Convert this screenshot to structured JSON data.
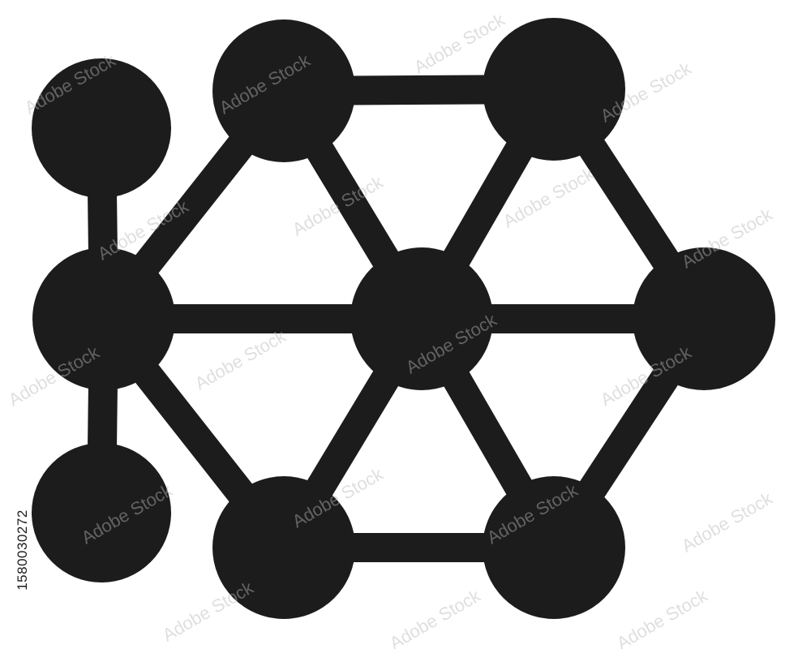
{
  "colors": {
    "background": "#ffffff",
    "ink": "#1c1c1c",
    "watermark": "#b8b8b8"
  },
  "network": {
    "icon_name": "molecule-network-icon",
    "nodes": [
      {
        "id": "n-top-left-branch"
      },
      {
        "id": "n-left-hub"
      },
      {
        "id": "n-bottom-left-branch"
      },
      {
        "id": "n-top-inner-left"
      },
      {
        "id": "n-top-inner-right"
      },
      {
        "id": "n-center"
      },
      {
        "id": "n-right"
      },
      {
        "id": "n-bottom-inner-left"
      },
      {
        "id": "n-bottom-inner-right"
      }
    ],
    "edges": [
      [
        "n-top-left-branch",
        "n-left-hub"
      ],
      [
        "n-left-hub",
        "n-bottom-left-branch"
      ],
      [
        "n-left-hub",
        "n-top-inner-left"
      ],
      [
        "n-left-hub",
        "n-center"
      ],
      [
        "n-left-hub",
        "n-bottom-inner-left"
      ],
      [
        "n-top-inner-left",
        "n-top-inner-right"
      ],
      [
        "n-top-inner-left",
        "n-center"
      ],
      [
        "n-top-inner-right",
        "n-center"
      ],
      [
        "n-top-inner-right",
        "n-right"
      ],
      [
        "n-center",
        "n-right"
      ],
      [
        "n-center",
        "n-bottom-inner-left"
      ],
      [
        "n-center",
        "n-bottom-inner-right"
      ],
      [
        "n-right",
        "n-bottom-inner-right"
      ],
      [
        "n-bottom-inner-left",
        "n-bottom-inner-right"
      ]
    ]
  },
  "watermark": {
    "text": "Adobe Stock"
  },
  "stock_id": "1580030272"
}
